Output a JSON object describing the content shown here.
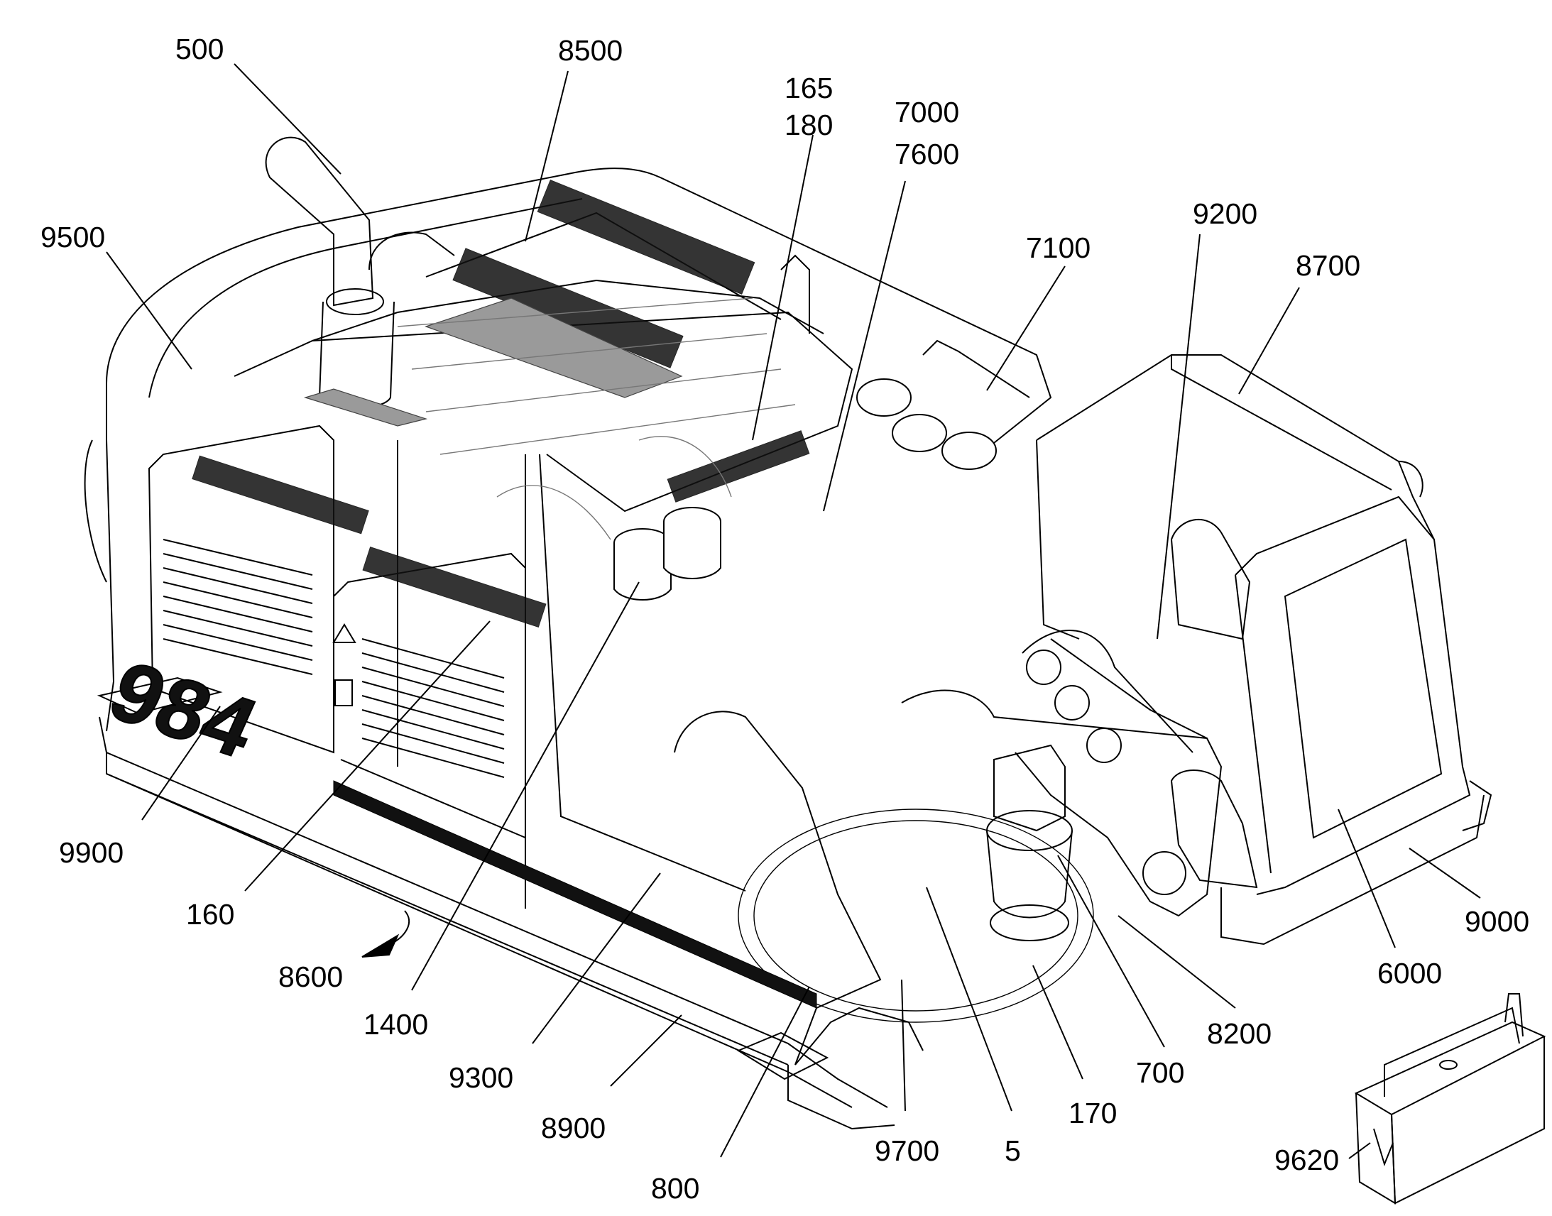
{
  "machine_badge": "984",
  "callouts": [
    {
      "id": "500",
      "text": "500"
    },
    {
      "id": "8500",
      "text": "8500"
    },
    {
      "id": "165",
      "text": "165"
    },
    {
      "id": "180",
      "text": "180"
    },
    {
      "id": "7000",
      "text": "7000"
    },
    {
      "id": "7600",
      "text": "7600"
    },
    {
      "id": "9500",
      "text": "9500"
    },
    {
      "id": "7100",
      "text": "7100"
    },
    {
      "id": "9200",
      "text": "9200"
    },
    {
      "id": "8700",
      "text": "8700"
    },
    {
      "id": "9900",
      "text": "9900"
    },
    {
      "id": "160",
      "text": "160"
    },
    {
      "id": "8600",
      "text": "8600"
    },
    {
      "id": "1400",
      "text": "1400"
    },
    {
      "id": "9300",
      "text": "9300"
    },
    {
      "id": "8900",
      "text": "8900"
    },
    {
      "id": "800",
      "text": "800"
    },
    {
      "id": "9700",
      "text": "9700"
    },
    {
      "id": "5",
      "text": "5"
    },
    {
      "id": "170",
      "text": "170"
    },
    {
      "id": "700",
      "text": "700"
    },
    {
      "id": "8200",
      "text": "8200"
    },
    {
      "id": "6000",
      "text": "6000"
    },
    {
      "id": "9000",
      "text": "9000"
    },
    {
      "id": "9620",
      "text": "9620"
    }
  ]
}
